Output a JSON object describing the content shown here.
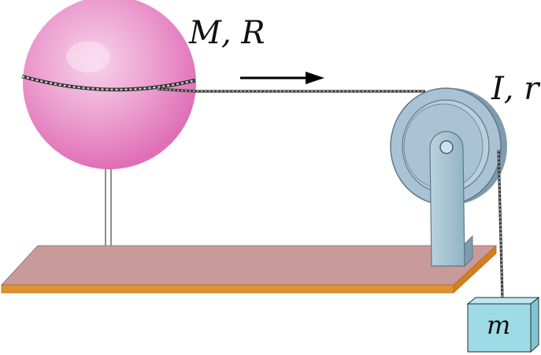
{
  "labels": {
    "sphere": "M, R",
    "pulley": "I, r",
    "block": "m"
  },
  "colors": {
    "sphere": "#e57fc0",
    "sphere_highlight": "#f7d4ea",
    "pulley": "#a9c3d4",
    "pulley_dark": "#6f8a9c",
    "bracket": "#9fc0d0",
    "board_top": "#c99a9a",
    "board_edge": "#e0922e",
    "block": "#9edbe6",
    "string": "#3a3a3a"
  },
  "icons": {
    "arrow": "right-arrow-icon"
  }
}
